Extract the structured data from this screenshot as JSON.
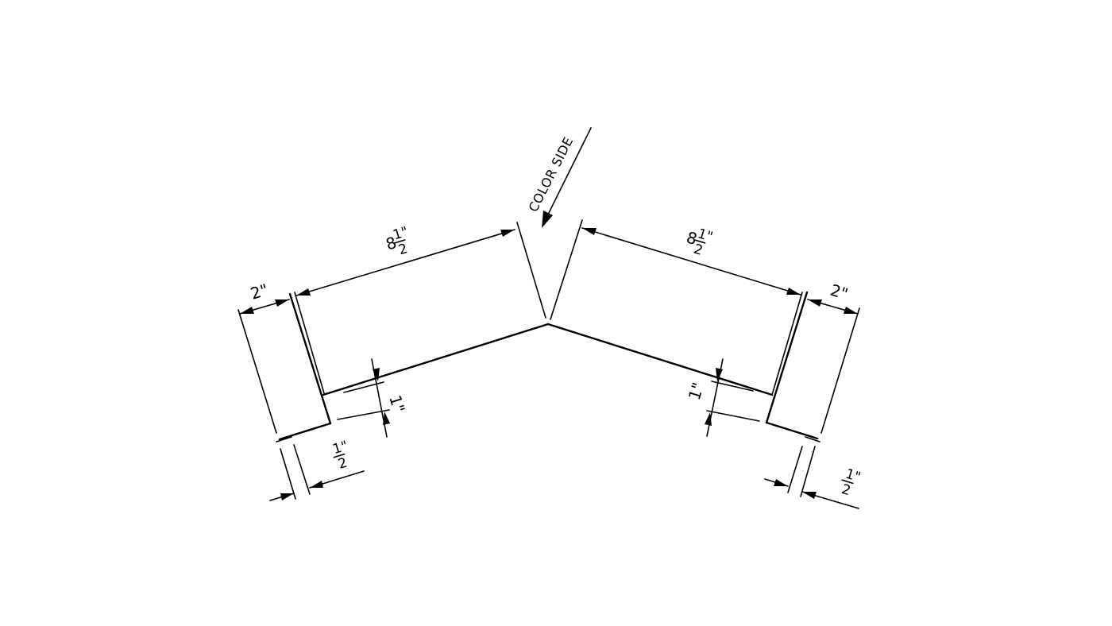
{
  "drawing": {
    "color_side_label": "COLOR SIDE",
    "line_color": "#000000",
    "background_color": "#ffffff",
    "dimensions": {
      "left_panel": {
        "whole": "8",
        "num": "1",
        "den": "2",
        "unit": "\""
      },
      "right_panel": {
        "whole": "8",
        "num": "1",
        "den": "2",
        "unit": "\""
      },
      "left_flange": {
        "text": "2\""
      },
      "right_flange": {
        "text": "2\""
      },
      "left_step": {
        "text": "1\""
      },
      "right_step": {
        "text": "1\""
      },
      "left_hem": {
        "num": "1",
        "den": "2",
        "unit": "\""
      },
      "right_hem": {
        "num": "1",
        "den": "2",
        "unit": "\""
      }
    }
  }
}
